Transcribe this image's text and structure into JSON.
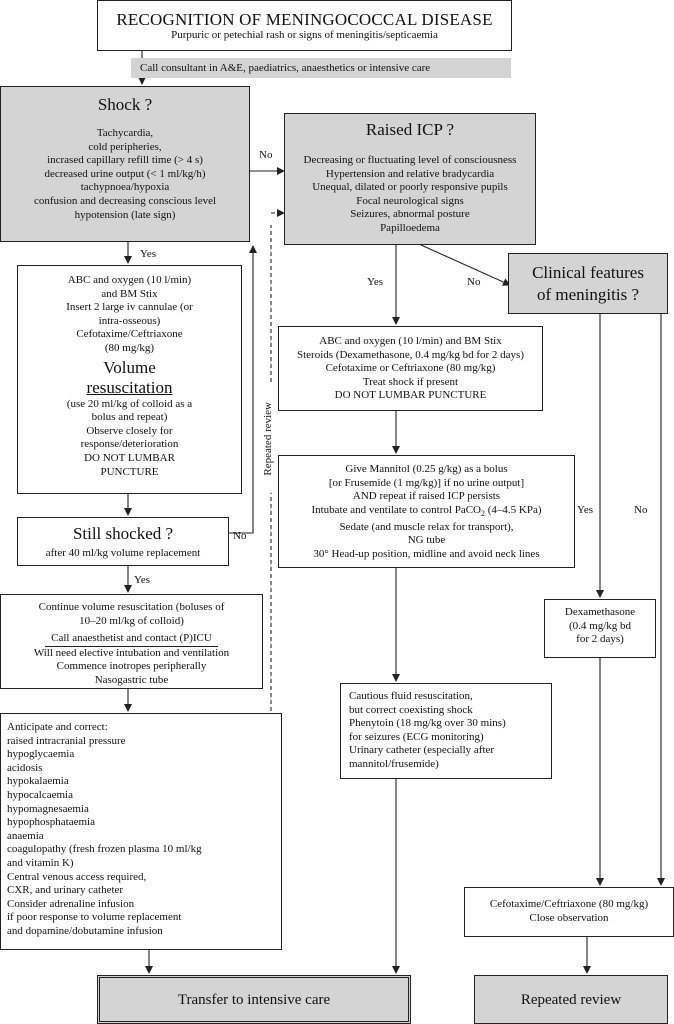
{
  "title": {
    "heading": "RECOGNITION OF MENINGOCOCCAL DISEASE",
    "subheading": "Purpuric or petechial rash or signs of meningitis/septicaemia"
  },
  "call_consultant": "Call consultant in A&E, paediatrics, anaesthetics or intensive care",
  "shock": {
    "heading": "Shock ?",
    "signs": [
      "Tachycardia,",
      "cold peripheries,",
      "incrased capillary refill time (> 4 s)",
      "decreased urine output (< 1 ml/kg/h)",
      "tachypnoea/hypoxia",
      "confusion and decreasing conscious level",
      "hypotension (late sign)"
    ]
  },
  "raised_icp": {
    "heading": "Raised ICP ?",
    "signs": [
      "Decreasing or fluctuating level of consciousness",
      "Hypertension and relative bradycardia",
      "Unequal, dilated or poorly responsive pupils",
      "Focal neurological signs",
      "Seizures, abnormal posture",
      "Papilloedema"
    ]
  },
  "resuscitation": {
    "lines_top": [
      "ABC and oxygen (10 l/min)",
      "and BM Stix",
      "Insert 2 large iv cannulae (or",
      "intra-osseous)",
      "Cefotaxime/Ceftriaxone",
      "(80 mg/kg)"
    ],
    "emphasis_1": "Volume",
    "emphasis_2": "resuscitation",
    "lines_bottom": [
      "(use 20 ml/kg of colloid as a",
      "bolus and repeat)",
      "Observe closely for",
      "response/deterioration",
      "DO NOT LUMBAR",
      "PUNCTURE"
    ]
  },
  "still_shocked": {
    "heading": "Still shocked ?",
    "sub": "after 40 ml/kg volume replacement"
  },
  "continue_resus": {
    "line1": "Continue volume resuscitation (boluses of",
    "line2": "10–20 ml/kg of colloid)",
    "line3": "Call anaesthetist and contact (P)ICU",
    "line4": "Will need elective intubation and ventilation",
    "line5": "Commence inotropes peripherally",
    "line6": "Nasogastric tube"
  },
  "anticipate": {
    "lines": [
      "Anticipate and correct:",
      "raised intracranial pressure",
      "hypoglycaemia",
      "acidosis",
      "hypokalaemia",
      "hypocalcaemia",
      "hypomagnesaemia",
      "hypophosphataemia",
      "anaemia",
      "coagulopathy (fresh frozen plasma 10 ml/kg",
      "and vitamin K)",
      "Central venous access required,",
      "CXR, and urinary catheter",
      "Consider adrenaline infusion",
      "if poor response to volume replacement",
      "and dopamine/dobutamine infusion"
    ]
  },
  "icp_treatment": {
    "lines": [
      "ABC and oxygen (10 l/min) and BM Stix",
      "Steroids (Dexamethasone, 0.4 mg/kg bd for 2 days)",
      "Cefotaxime or Ceftriaxone (80 mg/kg)",
      "Treat shock if present",
      "DO NOT LUMBAR PUNCTURE"
    ]
  },
  "mannitol": {
    "line1": "Give Mannitol (0.25 g/kg) as a bolus",
    "line2": "[or Frusemide (1 mg/kg)] if no urine output]",
    "line3": "AND repeat if raised ICP persists",
    "line4_pre": "Intubate and ventilate to control PaCO",
    "line4_sub": "2",
    "line4_post": " (4–4.5 KPa)",
    "line5": "Sedate (and muscle relax for transport),",
    "line6": "NG tube",
    "line7": "30° Head-up position, midline and avoid neck lines"
  },
  "cautious": {
    "lines": [
      "Cautious fluid resuscitation,",
      "but correct coexisting shock",
      "Phenytoin (18 mg/kg over 30 mins)",
      "for seizures (ECG monitoring)",
      "Urinary catheter (especially after",
      "mannitol/frusemide)"
    ]
  },
  "meningitis": {
    "line1": "Clinical features",
    "line2": "of meningitis ?"
  },
  "dexamethasone": {
    "lines": [
      "Dexamethasone",
      "(0.4 mg/kg bd",
      "for 2 days)"
    ]
  },
  "cefotaxime_obs": {
    "line1": "Cefotaxime/Ceftriaxone (80 mg/kg)",
    "line2": "Close observation"
  },
  "transfer": "Transfer to intensive care",
  "repeated_review_box": "Repeated review",
  "labels": {
    "yes": "Yes",
    "no": "No",
    "repeated_review_vertical": "Repeated review"
  }
}
